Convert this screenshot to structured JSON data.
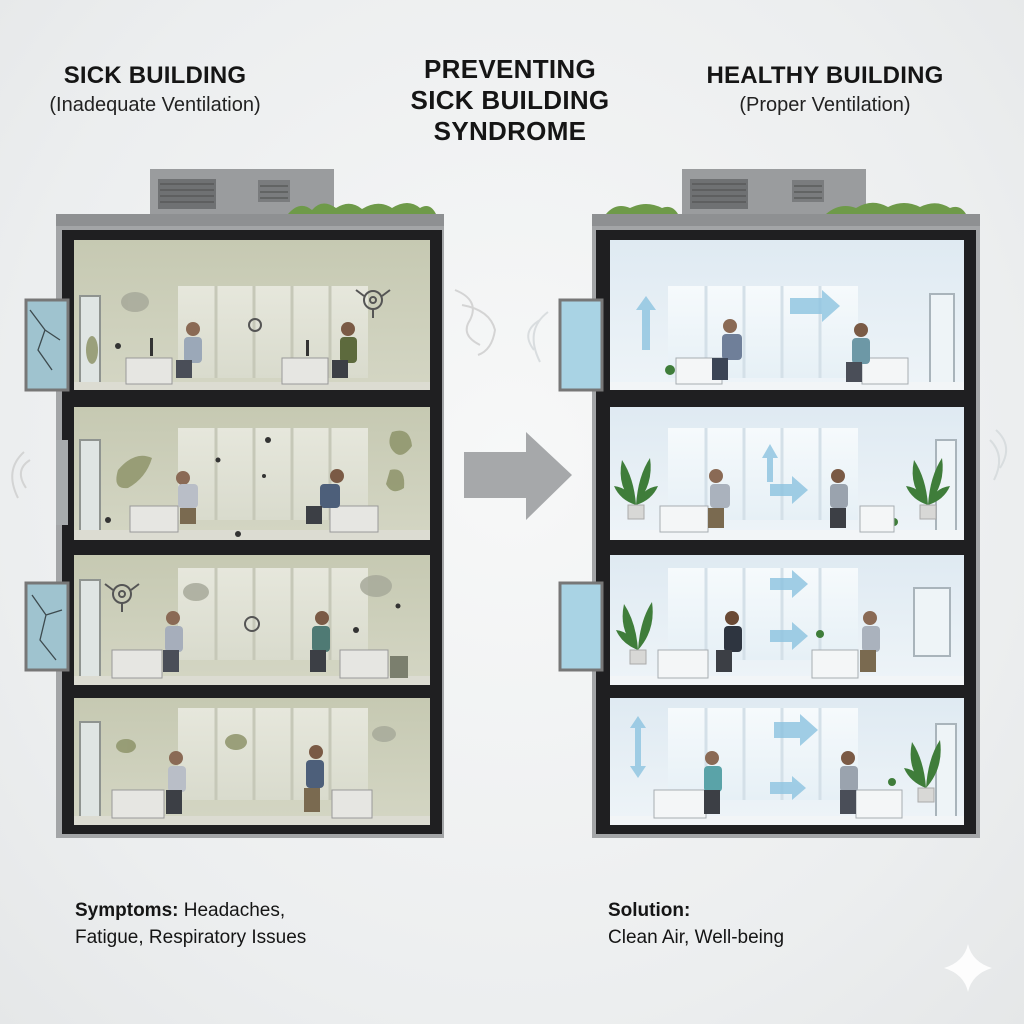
{
  "title": {
    "lines": [
      "PREVENTING",
      "SICK BUILDING",
      "SYNDROME"
    ]
  },
  "sick_building": {
    "heading": "SICK BUILDING",
    "subheading": "(Inadequate Ventilation)",
    "caption_label": "Symptoms:",
    "caption_line1": "Headaches,",
    "caption_line2": "Fatigue, Respiratory Issues",
    "colors": {
      "air": "#c9cbb6",
      "wall": "#b9bca5",
      "mold": "#8e946a"
    }
  },
  "healthy_building": {
    "heading": "HEALTHY BUILDING",
    "subheading": "(Proper Ventilation)",
    "caption_label": "Solution:",
    "caption_line1": "Clean Air, Well-being",
    "colors": {
      "air": "#e4eef4",
      "wall": "#d7e4ec",
      "airflow_arrow": "#8cc3e0",
      "plant": "#3f7d3a"
    }
  },
  "transition_arrow": {
    "color": "#a6a8aa",
    "icon": "arrow-right-icon"
  },
  "floor_count": 4,
  "icons": [
    "biohazard-icon",
    "mold-spot-icon",
    "bug-icon",
    "airflow-arrow-icon",
    "plant-icon",
    "hvac-unit-icon",
    "sparkle-icon"
  ]
}
